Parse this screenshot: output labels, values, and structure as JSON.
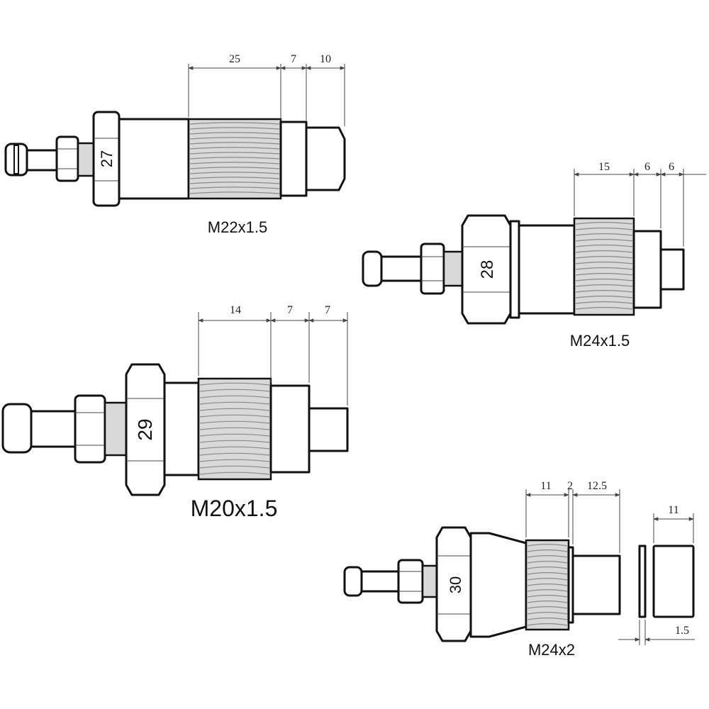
{
  "colors": {
    "ink": "#111111",
    "thread": "#d9d9d9",
    "dimension": "#444444"
  },
  "fittings": [
    {
      "thread_label": "M22x1.5",
      "hex_size": "27",
      "dimensions": [
        "25",
        "7",
        "10"
      ]
    },
    {
      "thread_label": "M24x1.5",
      "hex_size": "28",
      "dimensions": [
        "15",
        "6",
        "6"
      ]
    },
    {
      "thread_label": "M20x1.5",
      "hex_size": "29",
      "dimensions": [
        "14",
        "7",
        "7"
      ]
    },
    {
      "thread_label": "M24x2",
      "hex_size": "30",
      "dimensions": [
        "11",
        "2",
        "12.5"
      ]
    }
  ],
  "adapter_sleeve": {
    "length": "11",
    "washer_thickness": "1.5"
  }
}
